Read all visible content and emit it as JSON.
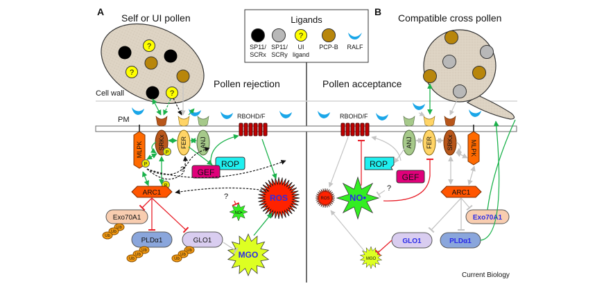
{
  "panels": {
    "a": {
      "letter": "A",
      "title": "Self or UI pollen",
      "outcome": "Pollen rejection"
    },
    "b": {
      "letter": "B",
      "title": "Compatible cross pollen",
      "outcome": "Pollen acceptance"
    }
  },
  "legend": {
    "title": "Ligands",
    "items": [
      {
        "label_line1": "SP11/",
        "label_line2": "SCRx",
        "color": "#000000",
        "symbol": "filled-circle"
      },
      {
        "label_line1": "SP11/",
        "label_line2": "SCRy",
        "color": "#b8b8b8",
        "symbol": "filled-circle"
      },
      {
        "label_line1": "UI",
        "label_line2": "ligand",
        "color": "#ffff00",
        "symbol": "question-circle",
        "glyph": "?"
      },
      {
        "label_line1": "PCP-B",
        "label_line2": "",
        "color": "#b8860b",
        "symbol": "filled-circle"
      },
      {
        "label_line1": "RALF",
        "label_line2": "",
        "color": "#1aa6e8",
        "symbol": "crescent"
      }
    ]
  },
  "labels": {
    "cell_wall": "Cell wall",
    "pm": "PM",
    "question": "?",
    "phospho": "P",
    "ub": "Ub"
  },
  "nodes": {
    "a": {
      "mlpk": "MLPK",
      "srk": "SRKx",
      "fer": "FER",
      "anj": "ANJ",
      "rbohd": "RBOHD/F",
      "gef": "GEF",
      "rop": "ROP",
      "arc1": "ARC1",
      "exo70a1": "Exo70A1",
      "pld": "PLDα1",
      "glo1": "GLO1",
      "ros": "ROS",
      "no": "NO•",
      "mgo": "MGO"
    },
    "b": {
      "rbohd": "RBOHD/F",
      "anj": "ANJ",
      "fer": "FER",
      "srk": "SRKx",
      "mlpk": "MLPK",
      "rop": "ROP",
      "gef": "GEF",
      "arc1": "ARC1",
      "exo70a1": "Exo70A1",
      "pld": "PLDα1",
      "glo1": "GLO1",
      "ros": "ROS",
      "no": "NO•",
      "mgo": "MGO"
    }
  },
  "colors": {
    "activation_green": "#1bb24b",
    "inhibition_red": "#e8202a",
    "inactive_gray": "#c4c4c4",
    "pollen_fill": "#ddd3c3",
    "mlpk": "#ff6a00",
    "srk": "#b8561a",
    "fer": "#ffd466",
    "anj": "#a6c98a",
    "rbohd": "#c00000",
    "gef": "#e0007a",
    "rop": "#1ff0f0",
    "arc1": "#ff5500",
    "exo70a1": "#f8cdb0",
    "pld": "#8aa6dc",
    "glo1": "#d9cdf0",
    "ros": "#ff2200",
    "no": "#33ee22",
    "mgo": "#ddff22",
    "ub": "#f39a12"
  },
  "footer": {
    "credit": "Current Biology"
  }
}
